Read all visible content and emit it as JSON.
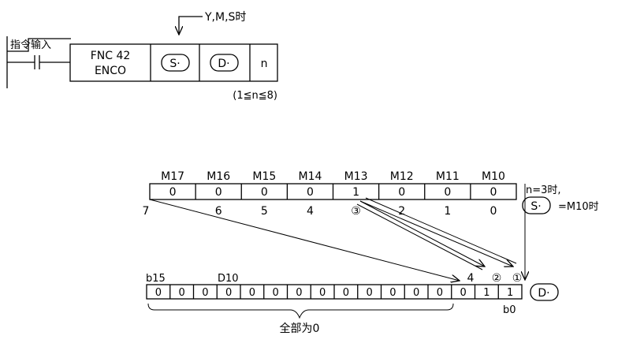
{
  "callout": "Y,M,S时",
  "rung": {
    "input_label": "指令输入",
    "fnc_line1": "FNC 42",
    "fnc_line2": "ENCO",
    "src_operand": "S·",
    "dst_operand": "D·",
    "n_operand": "n",
    "n_range": "(1≦n≦8)"
  },
  "source": {
    "names": [
      "M17",
      "M16",
      "M15",
      "M14",
      "M13",
      "M12",
      "M11",
      "M10"
    ],
    "values": [
      "0",
      "0",
      "0",
      "0",
      "1",
      "0",
      "0",
      "0"
    ],
    "positions": [
      "7",
      "6",
      "5",
      "4",
      "③",
      "2",
      "1",
      "0"
    ],
    "note_line1": "n=3时,",
    "note_operand": "S·",
    "note_line2": "=M10时"
  },
  "dest": {
    "msb_label": "b15",
    "name": "D10",
    "bits": [
      "0",
      "0",
      "0",
      "0",
      "0",
      "0",
      "0",
      "0",
      "0",
      "0",
      "0",
      "0",
      "0",
      "0",
      "1",
      "1"
    ],
    "bit_tags": [
      "4",
      "②",
      "①"
    ],
    "lsb_label": "b0",
    "operand": "D·",
    "brace_caption": "全部为0"
  }
}
